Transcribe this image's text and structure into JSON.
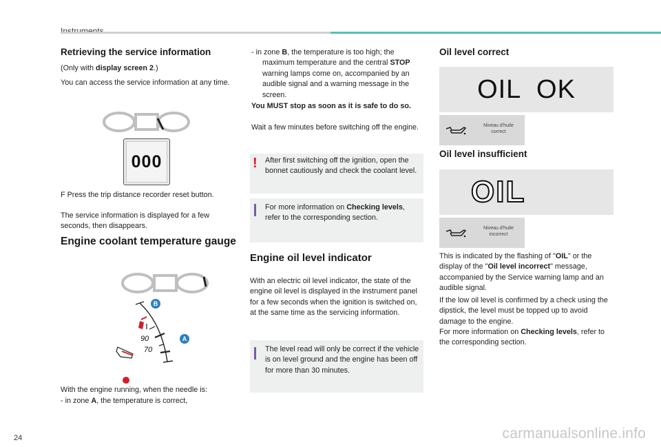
{
  "header": {
    "section": "Instruments"
  },
  "col1": {
    "service_title": "Retrieving the service information",
    "only_with_pre": "(Only with ",
    "only_with_bold": "display screen 2",
    "only_with_post": ".)",
    "access_text": "You can access the service information at any time.",
    "odometer_display": "000",
    "press_text": "F  Press the trip distance recorder reset button.",
    "displayed_text": "The service information is displayed for a few seconds, then disappears.",
    "coolant_title": "Engine coolant temperature gauge",
    "gauge": {
      "label_90": "90",
      "label_70": "70",
      "zone_a": "A",
      "zone_b": "B"
    },
    "needle_text": "With the engine running, when the needle is:",
    "zone_a_pre": "-  in zone ",
    "zone_a_bold": "A",
    "zone_a_post": ", the temperature is correct,"
  },
  "col2": {
    "zone_b_pre": "-  in zone ",
    "zone_b_bold": "B",
    "zone_b_post1": ", the temperature is too high; the maximum temperature and the central ",
    "zone_b_stop": "STOP",
    "zone_b_post2": " warning lamps come on, accompanied by an audible signal and a warning message in the screen.",
    "must_stop": "You MUST stop as soon as it is safe to do so.",
    "wait_text": "Wait a few minutes before switching off the engine.",
    "warning_box": "After first switching off the ignition, open the bonnet cautiously and check the coolant level.",
    "info_pre": "For more information on ",
    "info_bold": "Checking levels",
    "info_post": ", refer to the corresponding section.",
    "oil_indicator_title": "Engine oil level indicator",
    "oil_indicator_text": "With an electric oil level indicator, the state of the engine oil level is displayed in the instrument panel for a few seconds when the ignition is switched on, at the same time as the servicing information.",
    "level_box": "The level read will only be correct if the vehicle is on level ground and the engine has been off for more than 30 minutes."
  },
  "col3": {
    "oil_correct_title": "Oil level correct",
    "oil_ok_display": "OIL  OK",
    "correct_msg_1": "Niveau d'huile",
    "correct_msg_2": "correct",
    "oil_insufficient_title": "Oil level insufficient",
    "oil_display": "OIL",
    "incorrect_msg_1": "Niveau d'huile",
    "incorrect_msg_2": "incorrect",
    "flash_pre1": "This is indicated by the flashing of \"",
    "flash_oil": "OIL",
    "flash_pre2": "\" or the display of the \"",
    "flash_msg": "Oil level incorrect",
    "flash_post": "\" message, accompanied by the Service warning lamp and an audible signal.",
    "confirm_text": "If the low oil level is confirmed by a check using the dipstick, the level must be topped up to avoid damage to the engine.",
    "more_pre": "For more information on ",
    "more_bold": "Checking levels",
    "more_post": ", refer to the corresponding section."
  },
  "footer": {
    "page_number": "24",
    "watermark": "carmanualsonline.info"
  },
  "colors": {
    "teal": "#5bbdb3",
    "warning_red": "#d21e2b",
    "info_purple": "#7b5aa6",
    "zone_blue": "#2f7fbf",
    "box_grey": "#eef0f0"
  }
}
